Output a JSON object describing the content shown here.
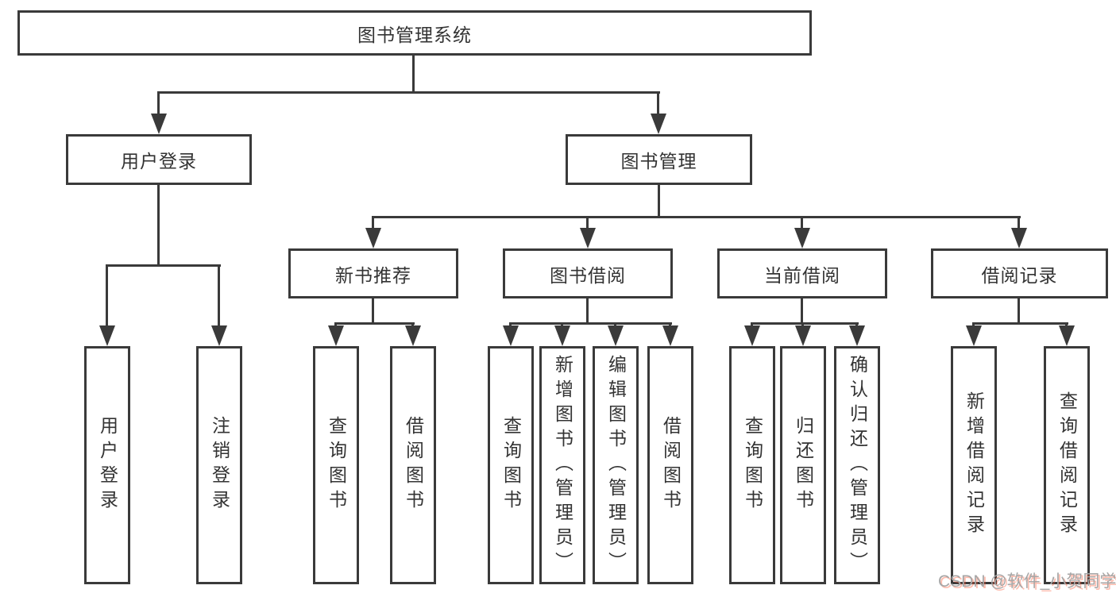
{
  "nodes": {
    "root": "图书管理系统",
    "user_login": "用户登录",
    "book_mgmt": "图书管理",
    "new_book": "新书推荐",
    "book_borrow": "图书借阅",
    "current_borrow": "当前借阅",
    "borrow_records": "借阅记录",
    "leaf_user_login": "用户登录",
    "leaf_logout": "注销登录",
    "leaf_newbook_query": "查询图书",
    "leaf_newbook_borrow": "借阅图书",
    "leaf_borrow_query": "查询图书",
    "leaf_borrow_add": "新增图书（管理员）",
    "leaf_borrow_edit": "编辑图书（管理员）",
    "leaf_borrow_borrow": "借阅图书",
    "leaf_current_query": "查询图书",
    "leaf_current_return": "归还图书",
    "leaf_current_confirm": "确认归还（管理员）",
    "leaf_records_add": "新增借阅记录",
    "leaf_records_query": "查询借阅记录"
  },
  "watermark": "CSDN @软件_小贺同学",
  "colors": {
    "line": "#3a3a3a",
    "text": "#333333",
    "background": "#ffffff",
    "watermark_text": "#a6a6a6",
    "watermark_shadow": "#fc5531"
  }
}
